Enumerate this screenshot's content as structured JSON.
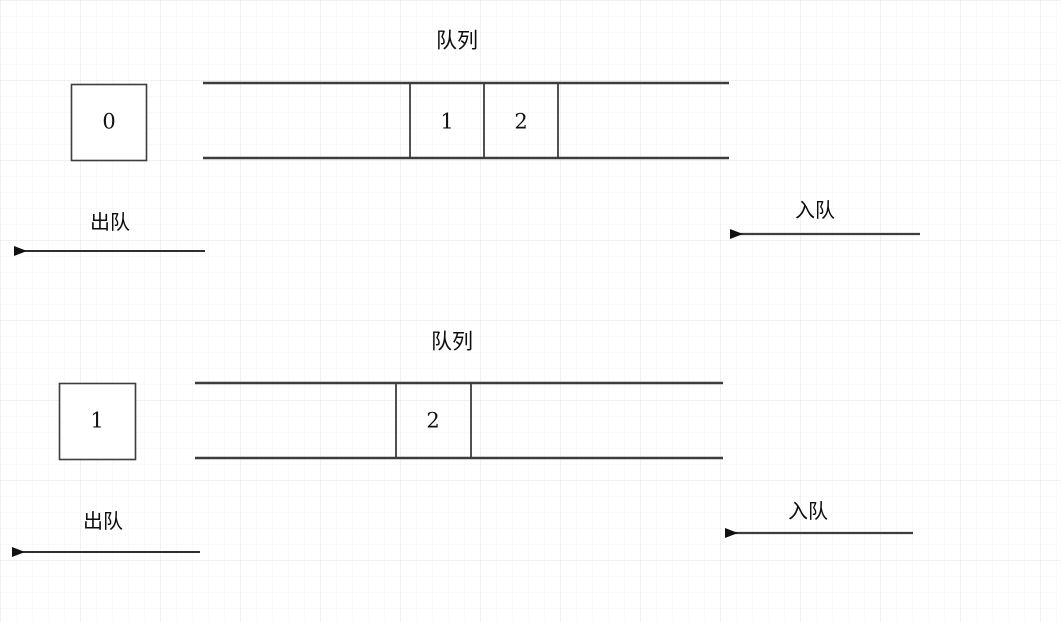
{
  "diagram": {
    "kind": "queue-operation-diagram",
    "line_color": "#3d3d3d",
    "text_color": "#111111",
    "background": "#ffffff"
  },
  "panels": [
    {
      "id": "before",
      "title": "队列",
      "dequeued_box": {
        "label": "0"
      },
      "queue_cells": [
        {
          "label": "1"
        },
        {
          "label": "2"
        }
      ],
      "dequeue_label": "出队",
      "enqueue_label": "入队"
    },
    {
      "id": "after",
      "title": "队列",
      "dequeued_box": {
        "label": "1"
      },
      "queue_cells": [
        {
          "label": "2"
        }
      ],
      "dequeue_label": "出队",
      "enqueue_label": "入队"
    }
  ]
}
